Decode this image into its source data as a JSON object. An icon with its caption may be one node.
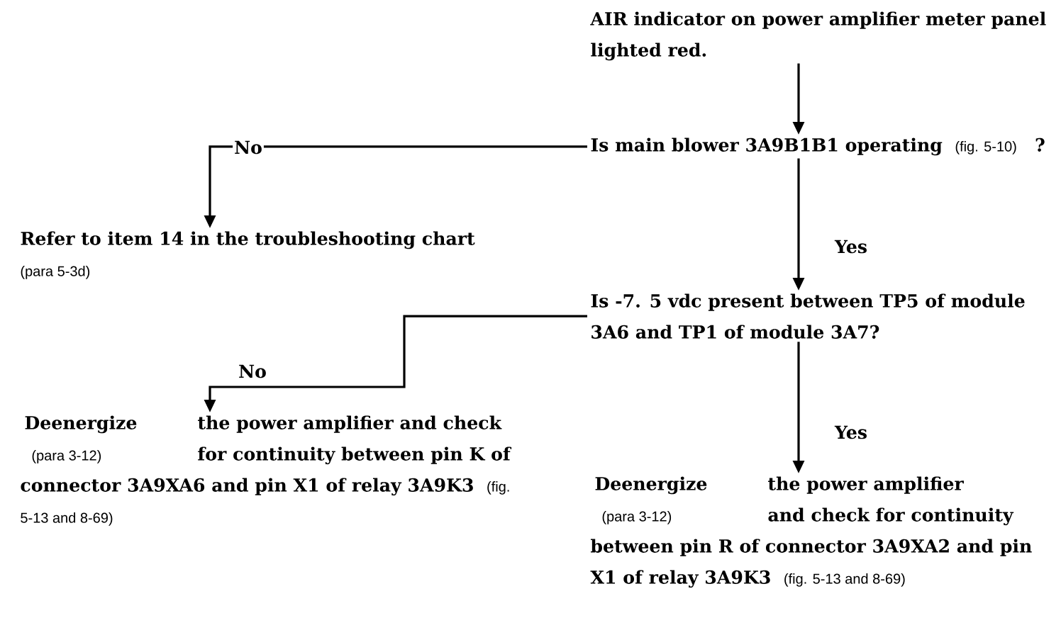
{
  "diagram": {
    "nodes": [
      {
        "text": [
          "AIR indicator on power amplifier meter panel lighted red."
        ]
      },
      {
        "text": [
          "Is main blower 3A9B1B1 operating",
          "(fig. 5-10)",
          "?"
        ]
      },
      {
        "text": [
          "Refer to item 14 in the troubleshooting chart",
          "(para 5-3d)"
        ]
      },
      {
        "text": [
          "Is -7. 5 vdc present between TP5 of module 3A6 and TP1 of module 3A7?"
        ]
      },
      {
        "text": [
          "Deenergize",
          "(para 3-12)",
          "the power amplifier and check for continuity between pin K of connector 3A9XA6 and pin X1 of relay 3A9K3",
          "(fig. 5-13 and 8-69)"
        ]
      },
      {
        "text": [
          "Deenergize",
          "(para 3-12)",
          "the power amplifier and check for continuity between pin R of connector 3A9XA2 and pin X1 of relay 3A9K3",
          "(fig. 5-13 and 8-69)"
        ]
      }
    ],
    "edges": [
      {
        "from": 0,
        "to": 1,
        "arrow": "to"
      },
      {
        "from": 1,
        "to": 2,
        "arrow": "to",
        "label": "No"
      },
      {
        "from": 1,
        "to": 3,
        "arrow": "to",
        "label": "Yes"
      },
      {
        "from": 3,
        "to": 4,
        "arrow": "to",
        "label": "No"
      },
      {
        "from": 3,
        "to": 5,
        "arrow": "to",
        "label": "Yes"
      }
    ]
  }
}
